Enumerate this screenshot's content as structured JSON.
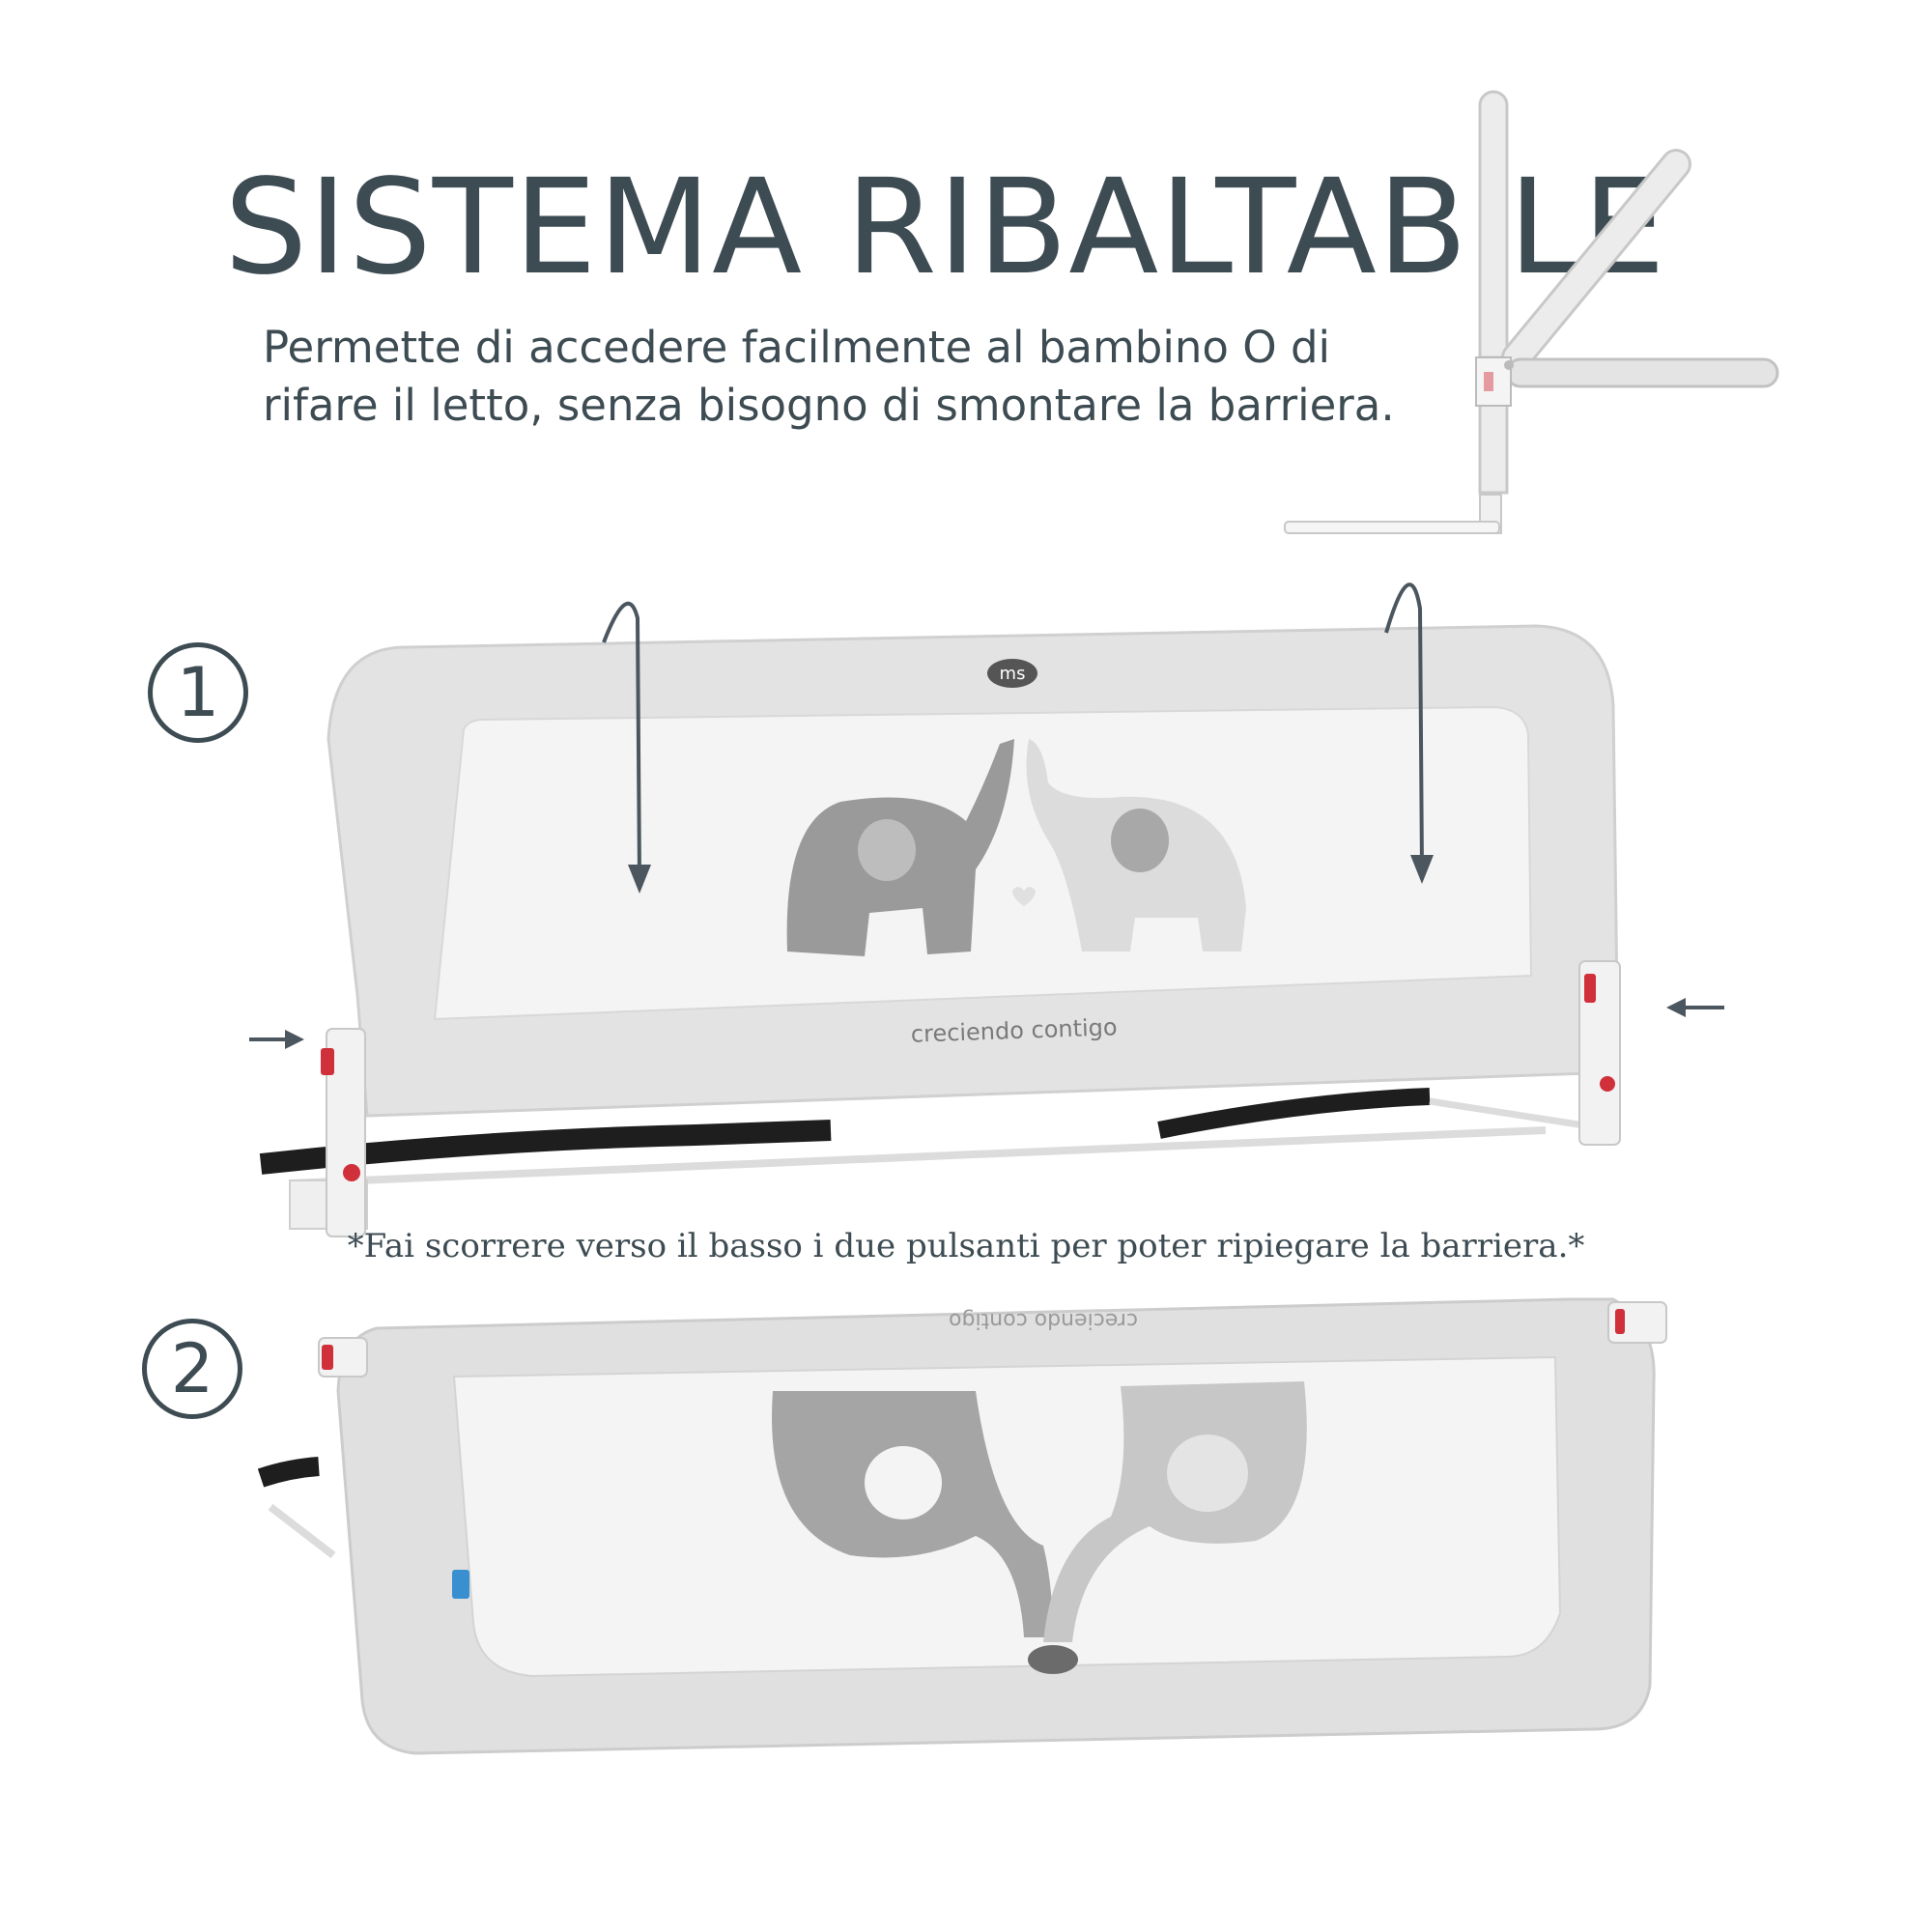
{
  "header": {
    "title": "SISTEMA RIBALTABILE",
    "subtitle_line1": "Permette di accedere facilmente al bambino O di",
    "subtitle_line2": "rifare il letto, senza bisogno di smontare la barriera."
  },
  "steps": [
    {
      "number": "1"
    },
    {
      "number": "2"
    }
  ],
  "product": {
    "brand_text": "creciendo contigo",
    "brand_text_mirrored": "creciendo contigo"
  },
  "instruction": "*Fai scorrere verso il basso i due pulsanti per poter ripiegare la barriera.*",
  "colors": {
    "text": "#3d4b52",
    "fabric": "#e3e3e3",
    "fabric_dark": "#cfcfcf",
    "mesh": "#f2f2f2",
    "elephant_dark": "#9a9a9a",
    "elephant_light": "#dcdcdc",
    "button_red": "#d0303a",
    "strap": "#1e1e1e"
  }
}
